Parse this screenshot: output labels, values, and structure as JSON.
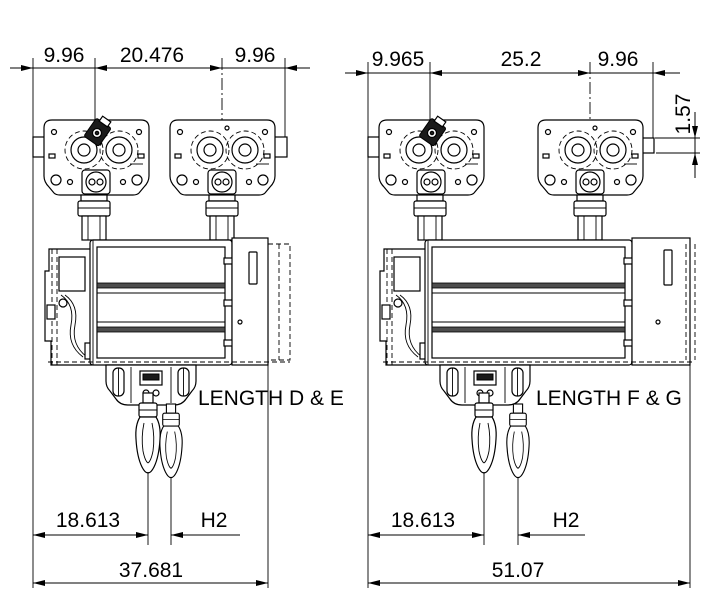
{
  "figures": [
    {
      "top_dims": [
        "9.96",
        "20.476",
        "9.96"
      ],
      "label": "LENGTH D & E",
      "bottom_dims": {
        "left": "18.613",
        "hook_offset": "H2",
        "overall": "37.681"
      }
    },
    {
      "top_dims": [
        "9.965",
        "25.2",
        "9.96"
      ],
      "side_dim": "1.57",
      "label": "LENGTH F & G",
      "bottom_dims": {
        "left": "18.613",
        "hook_offset": "H2",
        "overall": "51.07"
      }
    }
  ],
  "colors": {
    "line": "#000000",
    "fill": "#ffffff",
    "band": "#4d4d4d",
    "dark": "#1a1a1a"
  }
}
